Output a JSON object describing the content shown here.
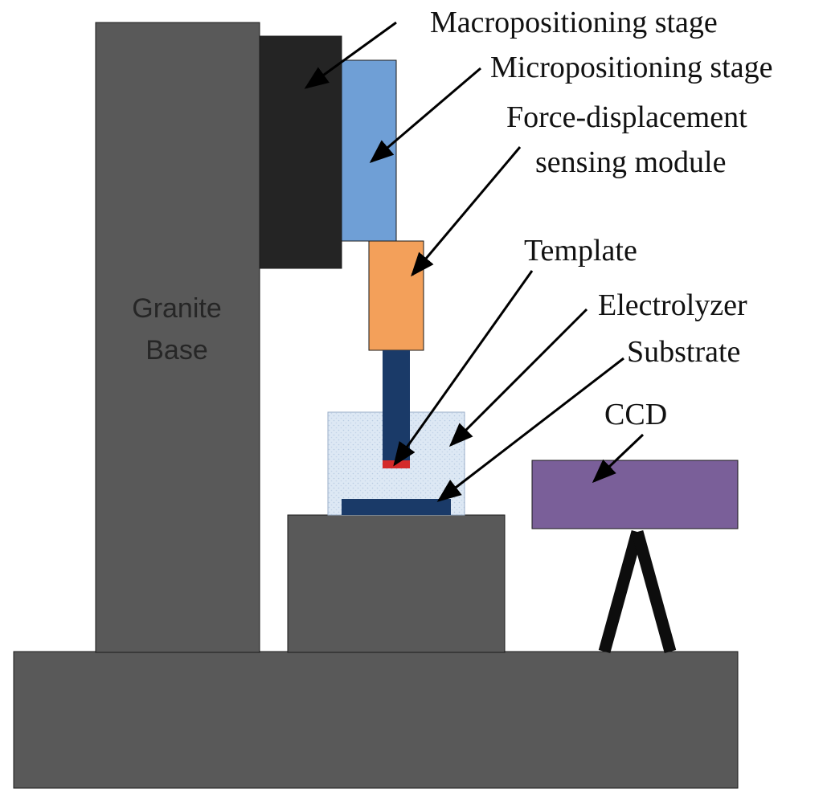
{
  "labels": {
    "macropositioning_stage": "Macropositioning stage",
    "micropositioning_stage": "Micropositioning stage",
    "force_sensing_line1": "Force-displacement",
    "force_sensing_line2": "sensing module",
    "template": "Template",
    "electrolyzer": "Electrolyzer",
    "substrate": "Substrate",
    "ccd": "CCD",
    "granite_base_line1": "Granite",
    "granite_base_line2": "Base"
  },
  "colors": {
    "granite": "#595959",
    "macro_stage": "#242424",
    "micro_stage": "#6f9fd6",
    "force_module": "#f3a05a",
    "template_rod": "#1a3a68",
    "template_tip": "#d42a2a",
    "electrolyzer": "#dde8f4",
    "substrate": "#1a3a68",
    "ccd": "#7a5f99",
    "tripod": "#0d0d0d",
    "arrow": "#000000"
  }
}
